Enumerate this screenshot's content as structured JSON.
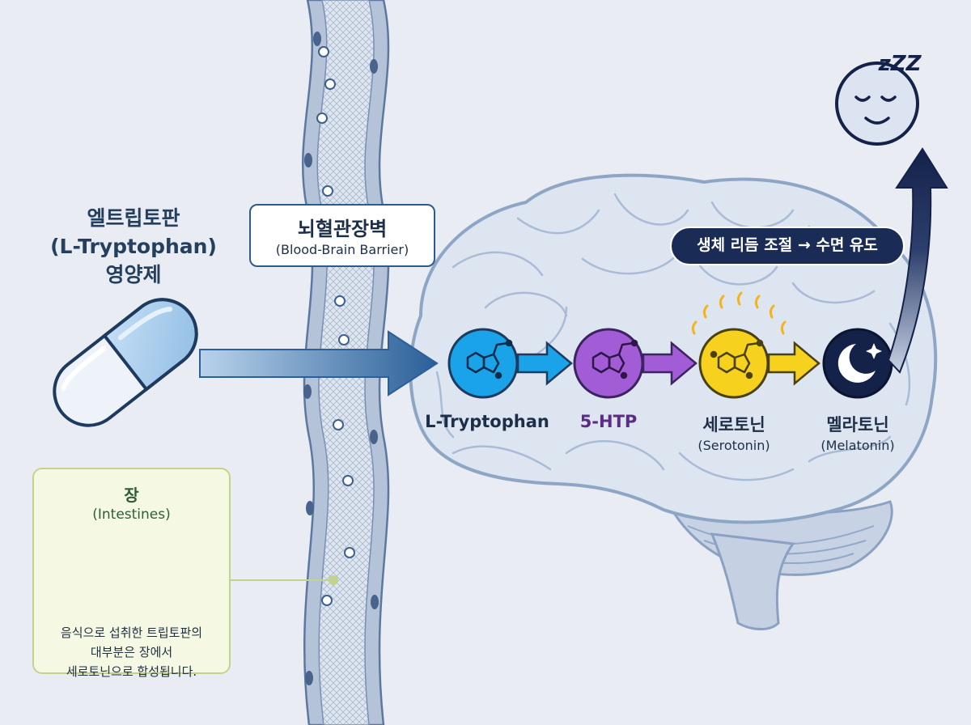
{
  "supplement": {
    "line1": "엘트립토판",
    "line2": "(L-Tryptophan)",
    "line3": "영양제",
    "icon": "capsule-icon"
  },
  "bbb": {
    "ko": "뇌혈관장벽",
    "en": "(Blood-Brain Barrier)"
  },
  "rhythm_label": "생체 리듬 조절 → 수면 유도",
  "sleep_icon": "sleeping-moon-face-icon",
  "zzz": "zZZ",
  "pathway": [
    {
      "name": "L-Tryptophan",
      "sub": "",
      "color": "#1aa3e8",
      "icon": "indole-molecule-icon"
    },
    {
      "name": "5-HTP",
      "sub": "",
      "color": "#a25cd6",
      "icon": "indole-molecule-icon"
    },
    {
      "name": "세로토닌",
      "sub": "(Serotonin)",
      "color": "#f6d21f",
      "icon": "indole-molecule-icon"
    },
    {
      "name": "멜라토닌",
      "sub": "(Melatonin)",
      "color": "#14224a",
      "icon": "moon-star-icon"
    }
  ],
  "intestines": {
    "title": "장",
    "subtitle": "(Intestines)",
    "desc1": "음식으로 섭취한 트립토판의",
    "desc2": "대부분은 장에서",
    "desc3": "세로토닌으로 합성됩니다.",
    "icon": "intestines-icon"
  },
  "colors": {
    "background": "#e9edf3",
    "barrier": "#6a84aa",
    "brain_fill": "#dde5f1",
    "brain_stroke": "#8ea6c6",
    "arrow": "#2b5f97",
    "navy": "#1a2b56"
  }
}
